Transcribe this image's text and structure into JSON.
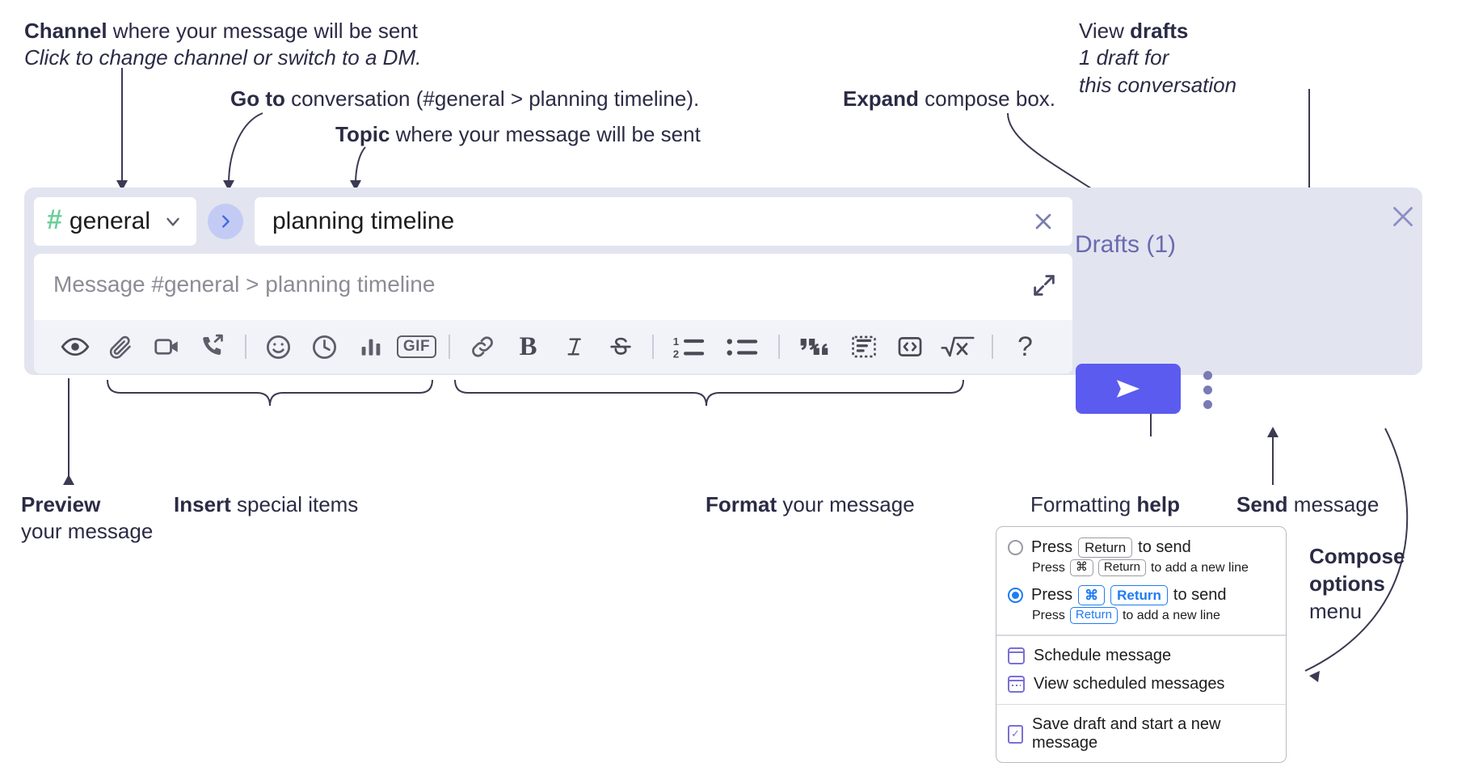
{
  "annotations": {
    "channel": {
      "line1_bold": "Channel",
      "line1_rest": " where your message will be sent",
      "line2_italic": "Click to change channel or switch to a DM."
    },
    "goto": {
      "bold": "Go to",
      "rest": " conversation (#general > planning timeline)."
    },
    "topic": {
      "bold": "Topic",
      "rest": " where your message will be sent"
    },
    "expand": {
      "bold": "Expand",
      "rest": " compose box."
    },
    "drafts": {
      "line1_normal": "View ",
      "line1_bold": "drafts",
      "line2_italic": "1 draft for",
      "line3_italic": "this conversation"
    },
    "preview": {
      "bold": "Preview",
      "line2": "your message"
    },
    "insert": {
      "bold": "Insert",
      "rest": " special items"
    },
    "format": {
      "bold": "Format",
      "rest": " your message"
    },
    "formatting_help": {
      "normal": "Formatting ",
      "bold": "help"
    },
    "send": {
      "bold": "Send",
      "rest": " message"
    },
    "compose_options": {
      "bold1": "Compose",
      "bold2": "options",
      "normal": "menu"
    }
  },
  "compose": {
    "channel_name": "general",
    "hash_symbol": "#",
    "topic_value": "planning timeline",
    "message_placeholder": "Message #general > planning timeline",
    "drafts_label": "Drafts (1)",
    "toolbar_icons": [
      {
        "name": "preview-eye-icon",
        "label": "Preview"
      },
      {
        "name": "attachment-paperclip-icon",
        "label": "Attach file"
      },
      {
        "name": "video-camera-icon",
        "label": "Record video clip"
      },
      {
        "name": "phone-forward-icon",
        "label": "Record audio clip"
      },
      {
        "name": "emoji-smiley-icon",
        "label": "Emoji"
      },
      {
        "name": "clock-icon",
        "label": "Schedule"
      },
      {
        "name": "bar-chart-icon",
        "label": "Poll"
      },
      {
        "name": "gif-icon",
        "label": "GIF"
      },
      {
        "name": "link-icon",
        "label": "Link"
      },
      {
        "name": "bold-icon",
        "label": "Bold"
      },
      {
        "name": "italic-icon",
        "label": "Italic"
      },
      {
        "name": "strikethrough-icon",
        "label": "Strikethrough"
      },
      {
        "name": "ordered-list-icon",
        "label": "Ordered list"
      },
      {
        "name": "bulleted-list-icon",
        "label": "Bulleted list"
      },
      {
        "name": "blockquote-icon",
        "label": "Blockquote"
      },
      {
        "name": "code-block-icon",
        "label": "Code block"
      },
      {
        "name": "inline-code-icon",
        "label": "Code"
      },
      {
        "name": "math-icon",
        "label": "Math"
      },
      {
        "name": "help-icon",
        "label": "Formatting help"
      }
    ],
    "gif_label": "GIF",
    "bold_label": "B",
    "italic_label": "I",
    "help_label": "?"
  },
  "options_menu": {
    "option1": {
      "selected": false,
      "press": "Press",
      "key": "Return",
      "to_send": "to send",
      "sub_press": "Press",
      "sub_key1": "⌘",
      "sub_key2": "Return",
      "sub_rest": "to add a new line"
    },
    "option2": {
      "selected": true,
      "press": "Press",
      "key1": "⌘",
      "key2": "Return",
      "to_send": "to send",
      "sub_press": "Press",
      "sub_key": "Return",
      "sub_rest": "to add a new line"
    },
    "items": [
      {
        "icon": "calendar-schedule-icon",
        "label": "Schedule message"
      },
      {
        "icon": "calendar-grid-icon",
        "label": "View scheduled messages"
      },
      {
        "icon": "save-draft-icon",
        "label": "Save draft and start a new message"
      }
    ]
  },
  "colors": {
    "panel_bg": "#e2e4f0",
    "send_button": "#5b5bf0",
    "hash_green": "#6ece9a",
    "drafts_text": "#6a6ab0",
    "goto_circle": "#c3cbf5",
    "radio_blue": "#1f7bf4"
  }
}
